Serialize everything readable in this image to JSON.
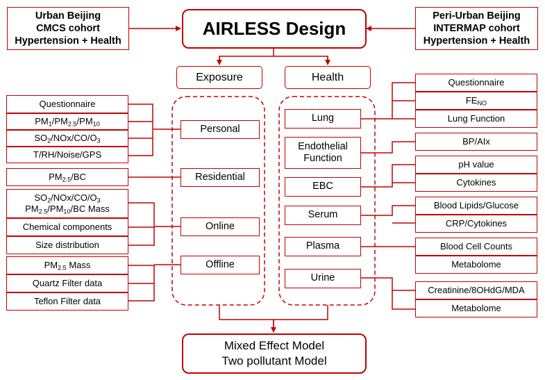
{
  "cohorts": {
    "urban": [
      "Urban Beijing",
      "CMCS cohort",
      "Hypertension + Health"
    ],
    "periurban": [
      "Peri-Urban Beijing",
      "INTERMAP cohort",
      "Hypertension + Health"
    ]
  },
  "title": "AIRLESS Design",
  "exposure": {
    "label": "Exposure",
    "personal": {
      "label": "Personal",
      "items": {
        "questionnaire": "Questionnaire",
        "pm": {
          "p1": "PM",
          "s1": "1",
          "sep1": "/PM",
          "s2": "2.5",
          "sep2": "/PM",
          "s3": "10"
        },
        "gases": {
          "p1": "SO",
          "s1": "2",
          "mid": "/NOx/CO/O",
          "s2": "3"
        },
        "trh": "T/RH/Noise/GPS"
      }
    },
    "residential": {
      "label": "Residential",
      "pmbc": {
        "p1": "PM",
        "s1": "2.5",
        "tail": "/BC"
      }
    },
    "online": {
      "label": "Online",
      "gases_line1": {
        "p1": "SO",
        "s1": "2",
        "mid": "/NOx/CO/O",
        "s2": "3"
      },
      "mass_line2": {
        "p1": "PM",
        "s1": "2.5",
        "sep1": "/PM",
        "s2": "10",
        "tail": "/BC  Mass"
      },
      "chemical": "Chemical components",
      "size": "Size distribution"
    },
    "offline": {
      "label": "Offline",
      "pm_mass": {
        "p1": "PM",
        "s1": "2.5",
        "tail": " Mass"
      },
      "quartz": "Quartz Filter data",
      "teflon": "Teflon Filter data"
    }
  },
  "health": {
    "label": "Health",
    "lung": {
      "label": "Lung",
      "questionnaire": "Questionnaire",
      "feno": {
        "p1": "FE",
        "s1": "NO"
      },
      "lung_function": "Lung Function"
    },
    "endothelial": {
      "label": [
        "Endothelial",
        "Function"
      ],
      "bp": "BP/AIx"
    },
    "ebc": {
      "label": "EBC",
      "ph": "pH value",
      "cytokines": "Cytokines"
    },
    "serum": {
      "label": "Serum",
      "lipids": "Blood Lipids/Glucose",
      "crp": "CRP/Cytokines"
    },
    "plasma": {
      "label": "Plasma",
      "cells": "Blood Cell Counts",
      "metabolome": "Metabolome"
    },
    "urine": {
      "label": "Urine",
      "creatinine": "Creatinine/8OHdG/MDA",
      "metabolome": "Metabolome"
    }
  },
  "model": [
    "Mixed Effect Model",
    "Two pollutant Model"
  ],
  "colors": {
    "accent": "#c00000",
    "text": "#000000",
    "background": "#ffffff"
  }
}
